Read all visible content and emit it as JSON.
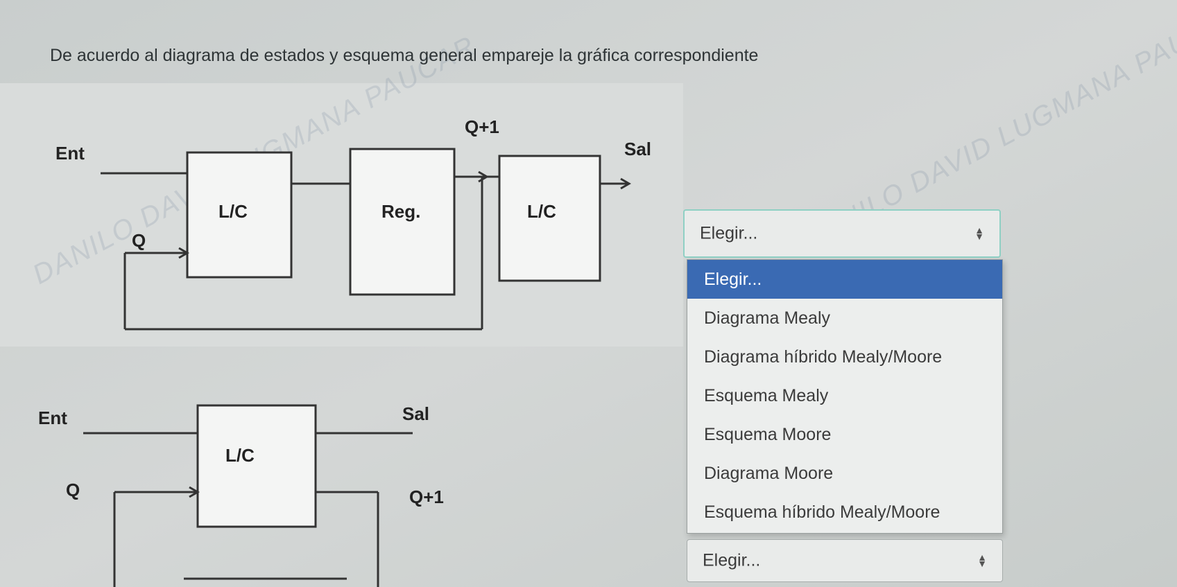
{
  "question": {
    "text": "De acuerdo al diagrama de estados y esquema general empareje la gráfica correspondiente"
  },
  "diagram_top": {
    "input_label": "Ent",
    "output_label": "Sal",
    "state_label": "Q",
    "next_state_label": "Q+1",
    "logic_block_1_label": "L/C",
    "register_label": "Reg.",
    "logic_block_2_label": "L/C"
  },
  "diagram_bottom": {
    "input_label": "Ent",
    "output_label": "Sal",
    "state_label": "Q",
    "next_state_label": "Q+1",
    "logic_block_label": "L/C"
  },
  "select_1": {
    "value": "Elegir...",
    "open": true,
    "options": [
      {
        "label": "Elegir...",
        "selected": true
      },
      {
        "label": "Diagrama Mealy",
        "selected": false
      },
      {
        "label": "Diagrama híbrido Mealy/Moore",
        "selected": false
      },
      {
        "label": "Esquema Mealy",
        "selected": false
      },
      {
        "label": "Esquema Moore",
        "selected": false
      },
      {
        "label": "Diagrama Moore",
        "selected": false
      },
      {
        "label": "Esquema híbrido Mealy/Moore",
        "selected": false
      }
    ]
  },
  "select_2": {
    "value": "Elegir..."
  },
  "watermark": {
    "text": "DANILO DAVID LUGMANA PAUCAR"
  },
  "colors": {
    "background": "#d2d5d5",
    "selected_option": "#3a6ab3",
    "focus_border": "#8fd0c4"
  }
}
